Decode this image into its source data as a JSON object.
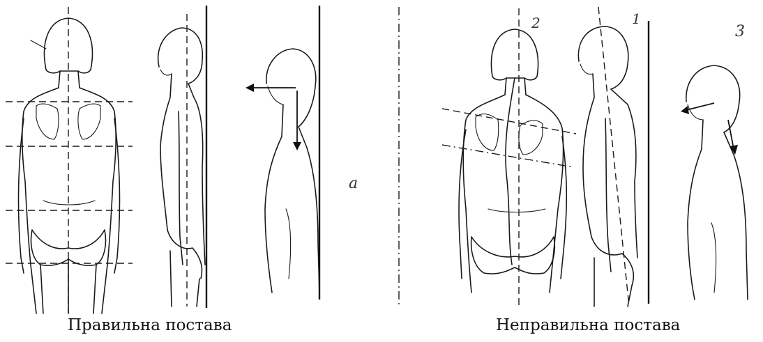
{
  "captions": {
    "correct": "Правильна постава",
    "incorrect": "Неправильна постава"
  },
  "marks": {
    "panel_label": "a",
    "figure_1": "1",
    "figure_2": "2",
    "figure_3": "3"
  }
}
